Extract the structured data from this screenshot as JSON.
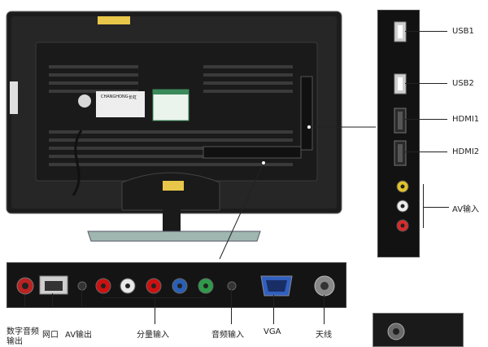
{
  "tv": {
    "brand": "CHANGHONG",
    "brand_cn": "长虹"
  },
  "side_panel": {
    "labels": [
      "USB1",
      "USB2",
      "HDMI1",
      "HDMI2",
      "AV输入"
    ]
  },
  "bottom_panel": {
    "labels": [
      "数字音频输出",
      "网口",
      "AV输出",
      "分量输入",
      "音频输入",
      "VGA",
      "天线"
    ]
  }
}
